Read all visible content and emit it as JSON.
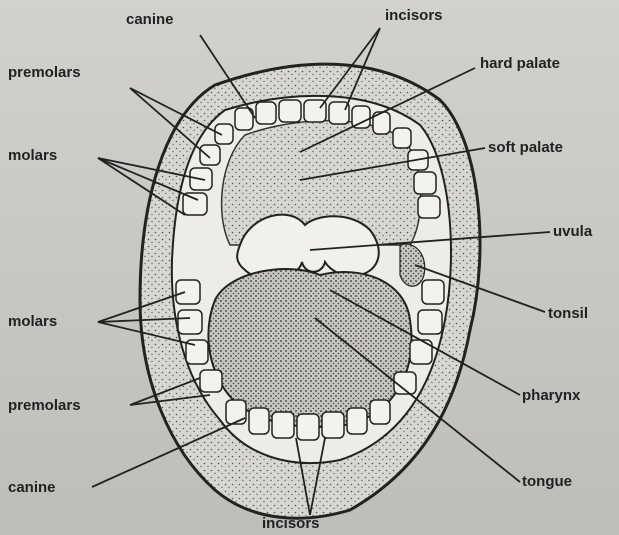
{
  "labels": {
    "canine_top": "canine",
    "incisors_top": "incisors",
    "hard_palate": "hard palate",
    "premolars_top": "premolars",
    "soft_palate": "soft palate",
    "molars_top": "molars",
    "uvula": "uvula",
    "tonsil": "tonsil",
    "molars_bottom": "molars",
    "pharynx": "pharynx",
    "premolars_bottom": "premolars",
    "canine_bottom": "canine",
    "tongue": "tongue",
    "incisors_bottom": "incisors"
  }
}
